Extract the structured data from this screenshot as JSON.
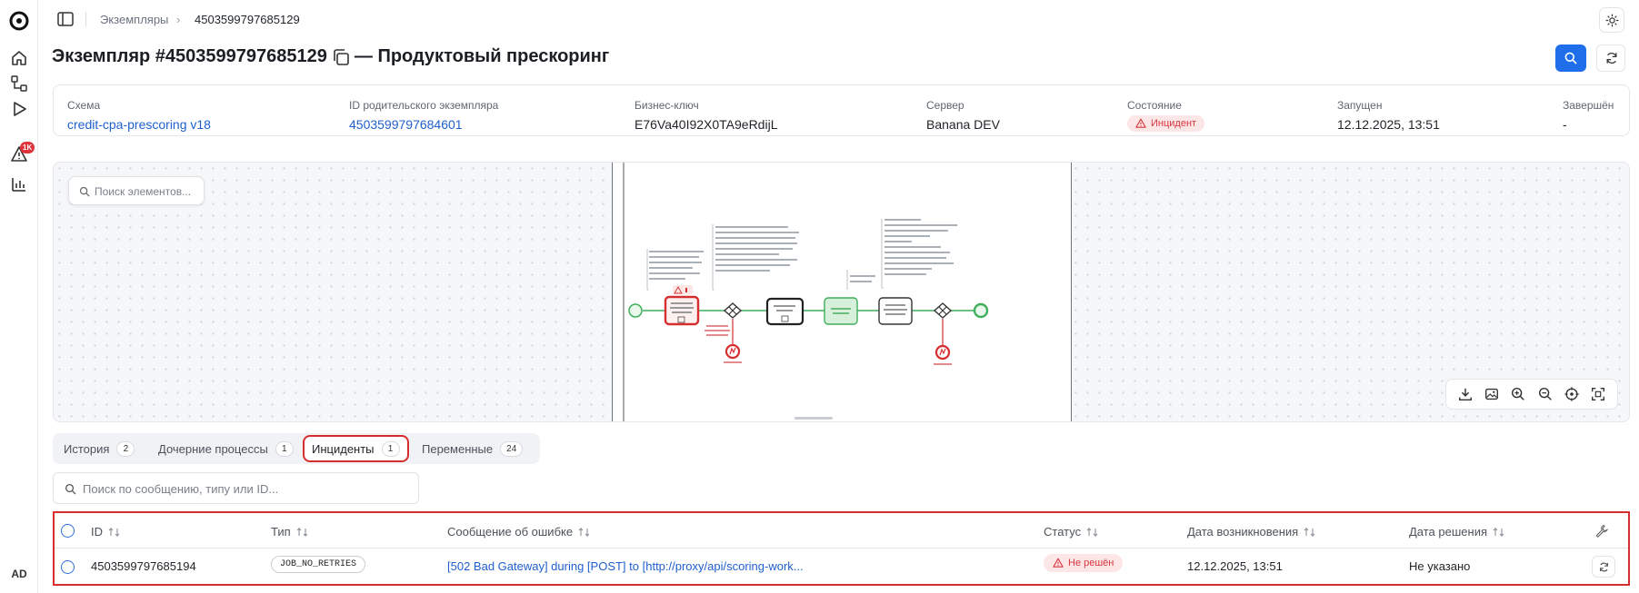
{
  "rail": {
    "avatar": "AD",
    "alerts_badge": "1K"
  },
  "breadcrumb": {
    "root": "Экземпляры",
    "separator": "›",
    "current": "4503599797685129"
  },
  "title": {
    "prefix": "Экземпляр #4503599797685129",
    "suffix": "— Продуктовый прескоринг"
  },
  "info": {
    "schema_label": "Схема",
    "schema_value": "credit-cpa-prescoring v18",
    "parent_label": "ID родительского экземпляра",
    "parent_value": "4503599797684601",
    "bkey_label": "Бизнес-ключ",
    "bkey_value": "E76Va40I92X0TA9eRdijL",
    "server_label": "Сервер",
    "server_value": "Banana DEV",
    "state_label": "Состояние",
    "state_value": "Инцидент",
    "started_label": "Запущен",
    "started_value": "12.12.2025, 13:51",
    "finished_label": "Завершён",
    "finished_value": "-"
  },
  "diagram": {
    "search_placeholder": "Поиск элементов..."
  },
  "tabs": [
    {
      "label": "История",
      "count": "2"
    },
    {
      "label": "Дочерние процессы",
      "count": "1"
    },
    {
      "label": "Инциденты",
      "count": "1"
    },
    {
      "label": "Переменные",
      "count": "24"
    }
  ],
  "table_search": {
    "placeholder": "Поиск по сообщению, типу или ID..."
  },
  "table": {
    "headers": {
      "id": "ID",
      "type": "Тип",
      "message": "Сообщение об ошибке",
      "status": "Статус",
      "created": "Дата возникновения",
      "resolved": "Дата решения"
    },
    "rows": [
      {
        "id": "4503599797685194",
        "type": "JOB_NO_RETRIES",
        "message": "[502 Bad Gateway] during [POST] to [http://proxy/api/scoring-work...",
        "status": "Не решён",
        "created": "12.12.2025, 13:51",
        "resolved": "Не указано"
      }
    ]
  },
  "colors": {
    "accent": "#1f6feb",
    "link": "#1f5fce",
    "danger": "#d9363e",
    "danger_bg": "#fde6e6",
    "highlight": "#d62e2e"
  }
}
